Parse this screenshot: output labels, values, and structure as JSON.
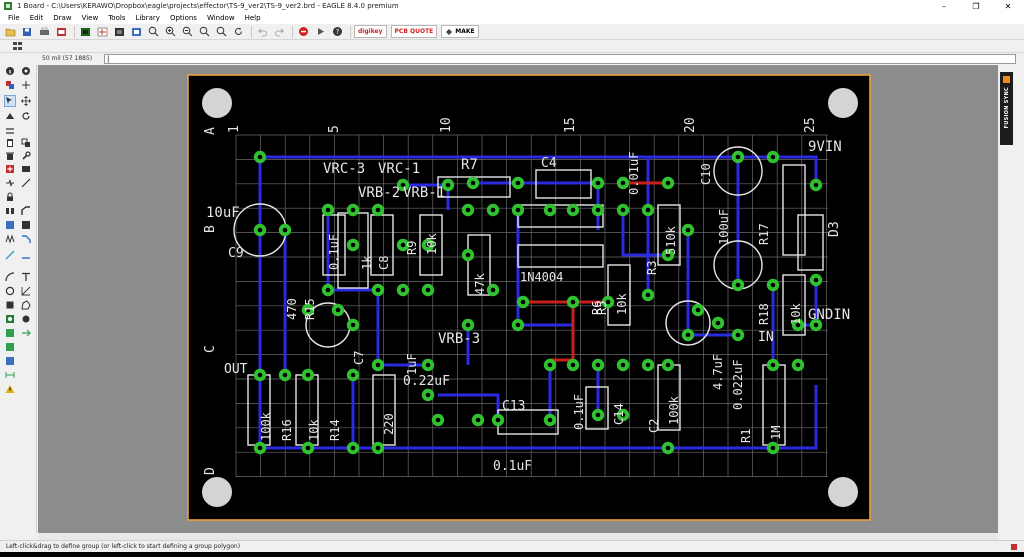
{
  "window": {
    "title": "1 Board - C:\\Users\\KERAWO\\Dropbox\\eagle\\projects\\effector\\TS-9_ver2\\TS-9_ver2.brd - EAGLE 8.4.0 premium",
    "controls": [
      "–",
      "❐",
      "✕"
    ]
  },
  "menu": [
    "File",
    "Edit",
    "Draw",
    "View",
    "Tools",
    "Library",
    "Options",
    "Window",
    "Help"
  ],
  "toolbar": {
    "digikey": "digikey",
    "pcb_quote": "PCB QUOTE",
    "make": "MAKE"
  },
  "coordinates": "50 mil (57 1885)",
  "command_line": "|",
  "status": "Left-click&drag to define group (or left-click to start defining a group polygon)",
  "fusion_sync": "FUSION SYNC",
  "colors": {
    "board_bg": "#000000",
    "board_outline": "#e8a040",
    "bottom_trace": "#2a2ae0",
    "top_trace": "#c82020",
    "pad": "#30c030",
    "silkscreen": "#e6e6e6"
  },
  "board": {
    "col_labels": [
      "1",
      "5",
      "10",
      "15",
      "20",
      "25"
    ],
    "row_labels": [
      "A",
      "B",
      "C",
      "D"
    ],
    "parts": {
      "vrc3": "VRC-3",
      "vrc1": "VRC-1",
      "r7": "R7",
      "c4": "C4",
      "vin9": "9VIN",
      "vrb2": "VRB-2",
      "vrb1": "VRB-1",
      "vrb3": "VRB-3",
      "c9val": "10uF",
      "c9": "C9",
      "r15": "R15",
      "r470": "470",
      "c7": "C7",
      "out": "OUT",
      "r16": "R16",
      "r16val": "100k",
      "r14": "R14",
      "r14val": "10k",
      "r220": "220",
      "c022": "0.22uF",
      "c13": "C13",
      "c13val": "0.1uF",
      "c14": "C14",
      "c14val": "0.1uF",
      "c2": "C2",
      "c2val": "100k",
      "r1": "R1",
      "r1val": "1M",
      "in": "IN",
      "gndin": "GNDIN",
      "r3": "R3",
      "r3val": "510k",
      "c10": "C10",
      "c100u": "100uF",
      "d3": "D3",
      "r17": "R17",
      "r18": "R18",
      "r18val": "10k",
      "r9": "R9",
      "r9val": "10k",
      "c8": "C8",
      "r1k": "1k",
      "c01": "0.1uF",
      "c1uf": "1uF",
      "r47k": "47k",
      "n4": "1N4004",
      "r5": "R5",
      "r5val": "10k",
      "c001": "0.01uF",
      "r6": "R6",
      "c47": "4.7uF",
      "c022b": "0.022uF"
    }
  }
}
